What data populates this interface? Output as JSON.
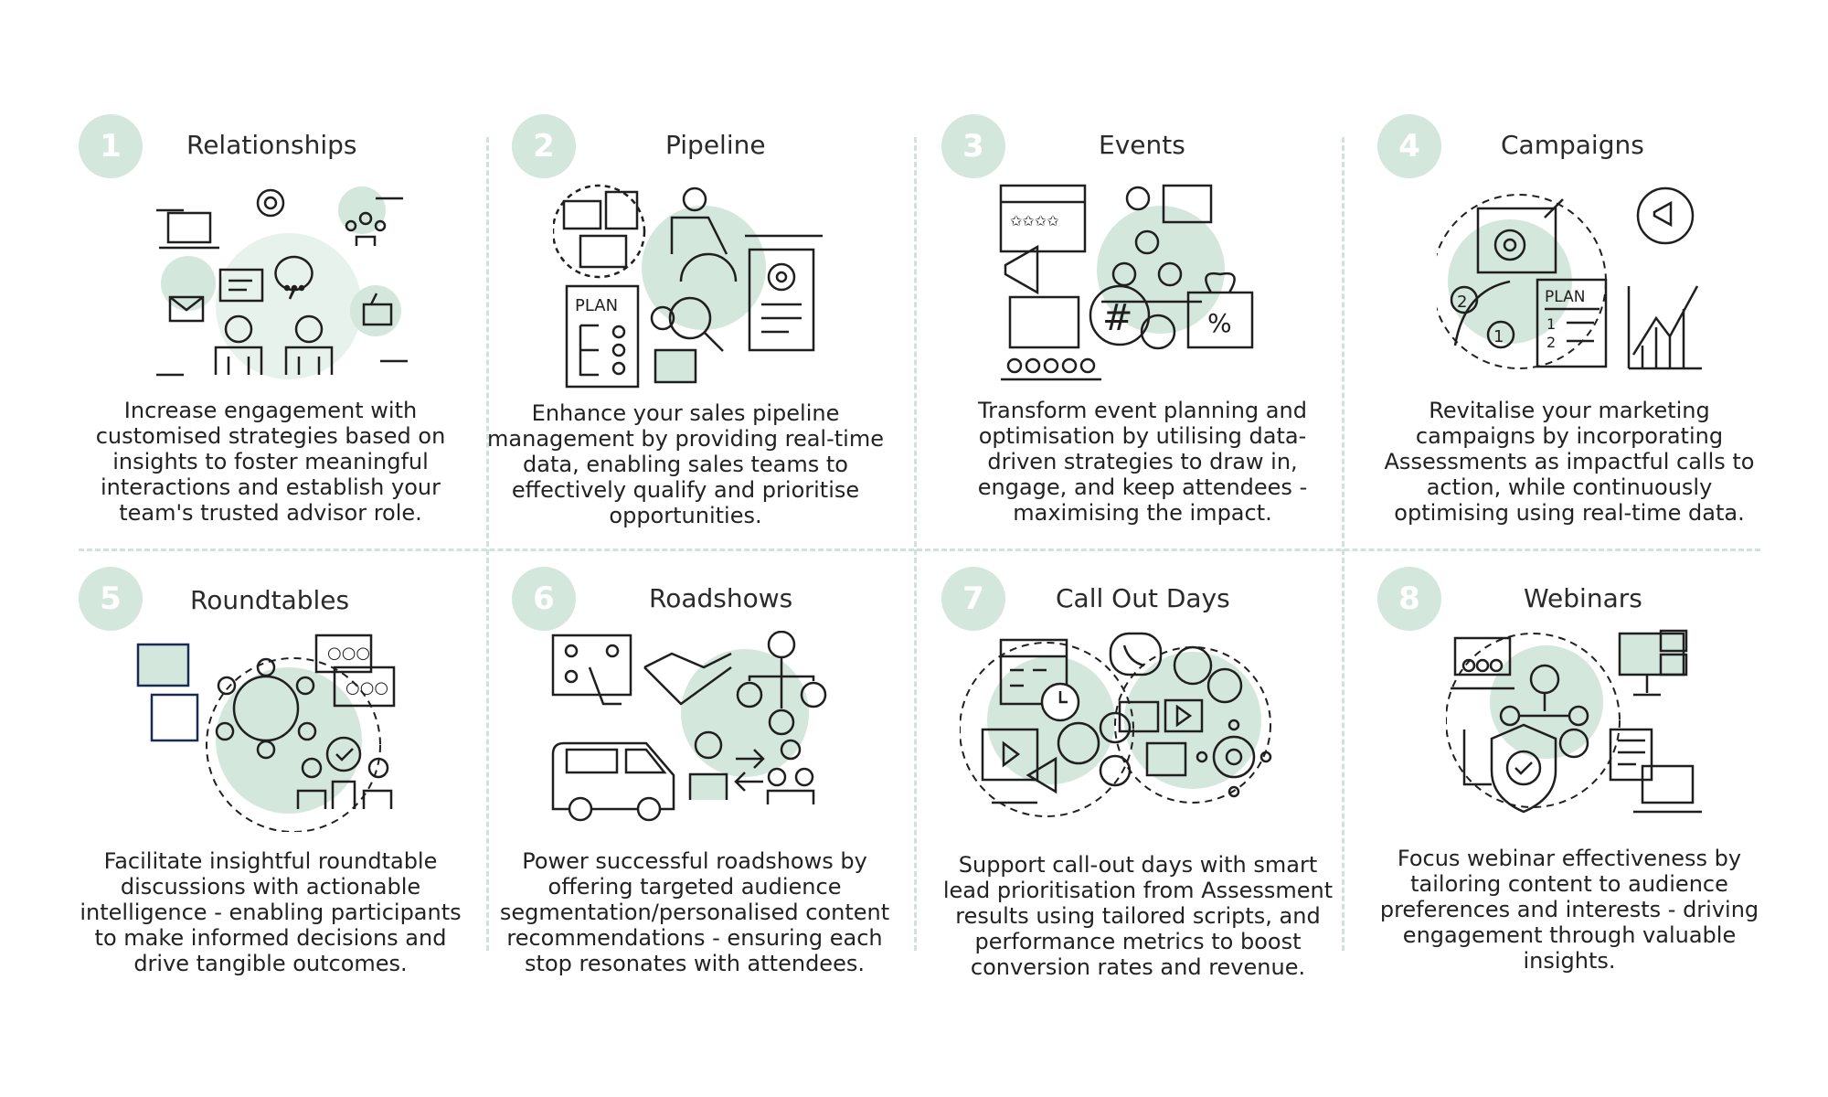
{
  "colors": {
    "accent": "#d3e7dd",
    "line": "#cfe3da",
    "ink": "#1f1f1f"
  },
  "cards": [
    {
      "number": "1",
      "title": "Relationships",
      "description": "Increase engagement with customised strategies based on insights to foster meaningful interactions and establish your team's trusted advisor role.",
      "icons": [
        "laptop-icon",
        "gear-icon",
        "team-icon",
        "chat-bubble-icon",
        "mail-icon",
        "thumbs-up-icon",
        "people-icon"
      ]
    },
    {
      "number": "2",
      "title": "Pipeline",
      "description": "Enhance your sales pipeline management by providing real-time data, enabling sales teams to effectively qualify and prioritise opportunities.",
      "icons": [
        "dashboard-icon",
        "person-desk-icon",
        "target-document-icon",
        "plan-icon",
        "search-person-icon"
      ],
      "plan_label": "PLAN"
    },
    {
      "number": "3",
      "title": "Events",
      "description": "Transform event planning and optimisation by utilising data-driven strategies to draw in, engage, and keep attendees - maximising the impact.",
      "icons": [
        "calendar-icon",
        "megaphone-icon",
        "presenter-icon",
        "audience-icon",
        "hashtag-icon",
        "gift-percent-icon",
        "stage-icon"
      ]
    },
    {
      "number": "4",
      "title": "Campaigns",
      "description": "Revitalise your marketing campaigns by incorporating Assessments as impactful calls to action, while continuously optimising using real-time data.",
      "icons": [
        "target-board-icon",
        "megaphone-gear-icon",
        "steps-icon",
        "plan-list-icon",
        "growth-chart-icon"
      ],
      "plan_label": "PLAN"
    },
    {
      "number": "5",
      "title": "Roundtables",
      "description": "Facilitate insightful roundtable discussions with actionable intelligence - enabling participants to make informed decisions and drive tangible outcomes.",
      "icons": [
        "puzzle-icon",
        "round-table-icon",
        "chat-icon",
        "idea-person-icon"
      ]
    },
    {
      "number": "6",
      "title": "Roadshows",
      "description": "Power successful roadshows by offering targeted audience segmentation/personalised content recommendations - ensuring each stop resonates with attendees.",
      "icons": [
        "touch-board-icon",
        "handshake-icon",
        "network-icon",
        "van-icon",
        "exchange-people-icon"
      ]
    },
    {
      "number": "7",
      "title": "Call Out Days",
      "description": "Support call-out days with smart lead prioritisation from Assessment results using tailored scripts, and performance metrics to boost conversion rates and revenue.",
      "icons": [
        "calendar-clock-icon",
        "phone-call-icon",
        "gears-icon",
        "media-icon",
        "video-megaphone-icon",
        "network-gear-icon"
      ]
    },
    {
      "number": "8",
      "title": "Webinars",
      "description": "Focus webinar effectiveness by tailoring content to audience preferences and interests - driving engagement through valuable insights.",
      "icons": [
        "presentation-icon",
        "network-people-icon",
        "video-call-icon",
        "shield-check-icon",
        "devices-icon"
      ]
    }
  ]
}
